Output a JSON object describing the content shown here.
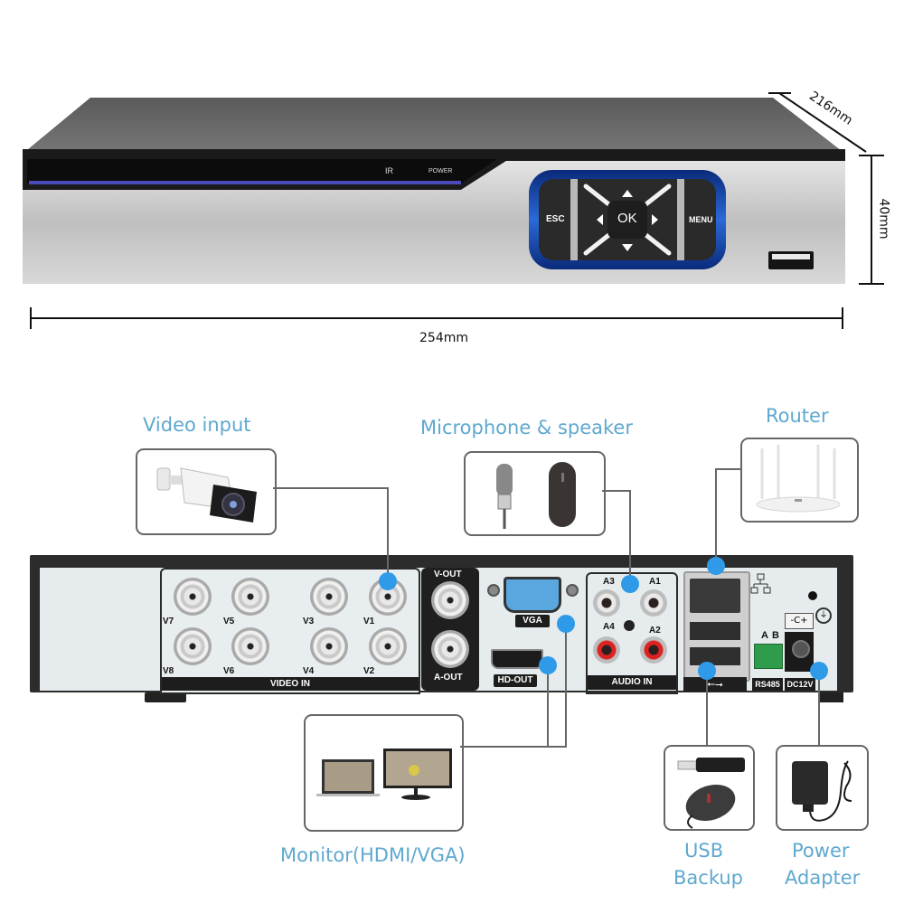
{
  "front_panel": {
    "ir_label": "IR",
    "power_label": "POWER",
    "esc_label": "ESC",
    "ok_label": "OK",
    "menu_label": "MENU"
  },
  "dimensions": {
    "depth": "216mm",
    "height": "40mm",
    "width": "254mm"
  },
  "callouts": {
    "video_input": "Video input",
    "mic_speaker": "Microphone & speaker",
    "router": "Router",
    "monitor": "Monitor(HDMI/VGA)",
    "usb_backup_line1": "USB",
    "usb_backup_line2": "Backup",
    "power_line1": "Power",
    "power_line2": "Adapter"
  },
  "rear_panel": {
    "video_channels": [
      "V7",
      "V5",
      "V3",
      "V1",
      "V8",
      "V6",
      "V4",
      "V2"
    ],
    "video_in_label": "VIDEO IN",
    "v_out_label": "V-OUT",
    "a_out_label": "A-OUT",
    "vga_label": "VGA",
    "hd_out_label": "HD-OUT",
    "audio_channels": [
      "A3",
      "A1",
      "A4",
      "A2"
    ],
    "audio_in_label": "AUDIO IN",
    "rs485_a": "A",
    "rs485_b": "B",
    "rs485_label": "RS485",
    "dc_label": "DC12V",
    "dc_polarity": "-C+"
  },
  "colors": {
    "accent": "#5fa8cf",
    "dot": "#2f9be8",
    "panel_blue": "#1f5fb8"
  }
}
